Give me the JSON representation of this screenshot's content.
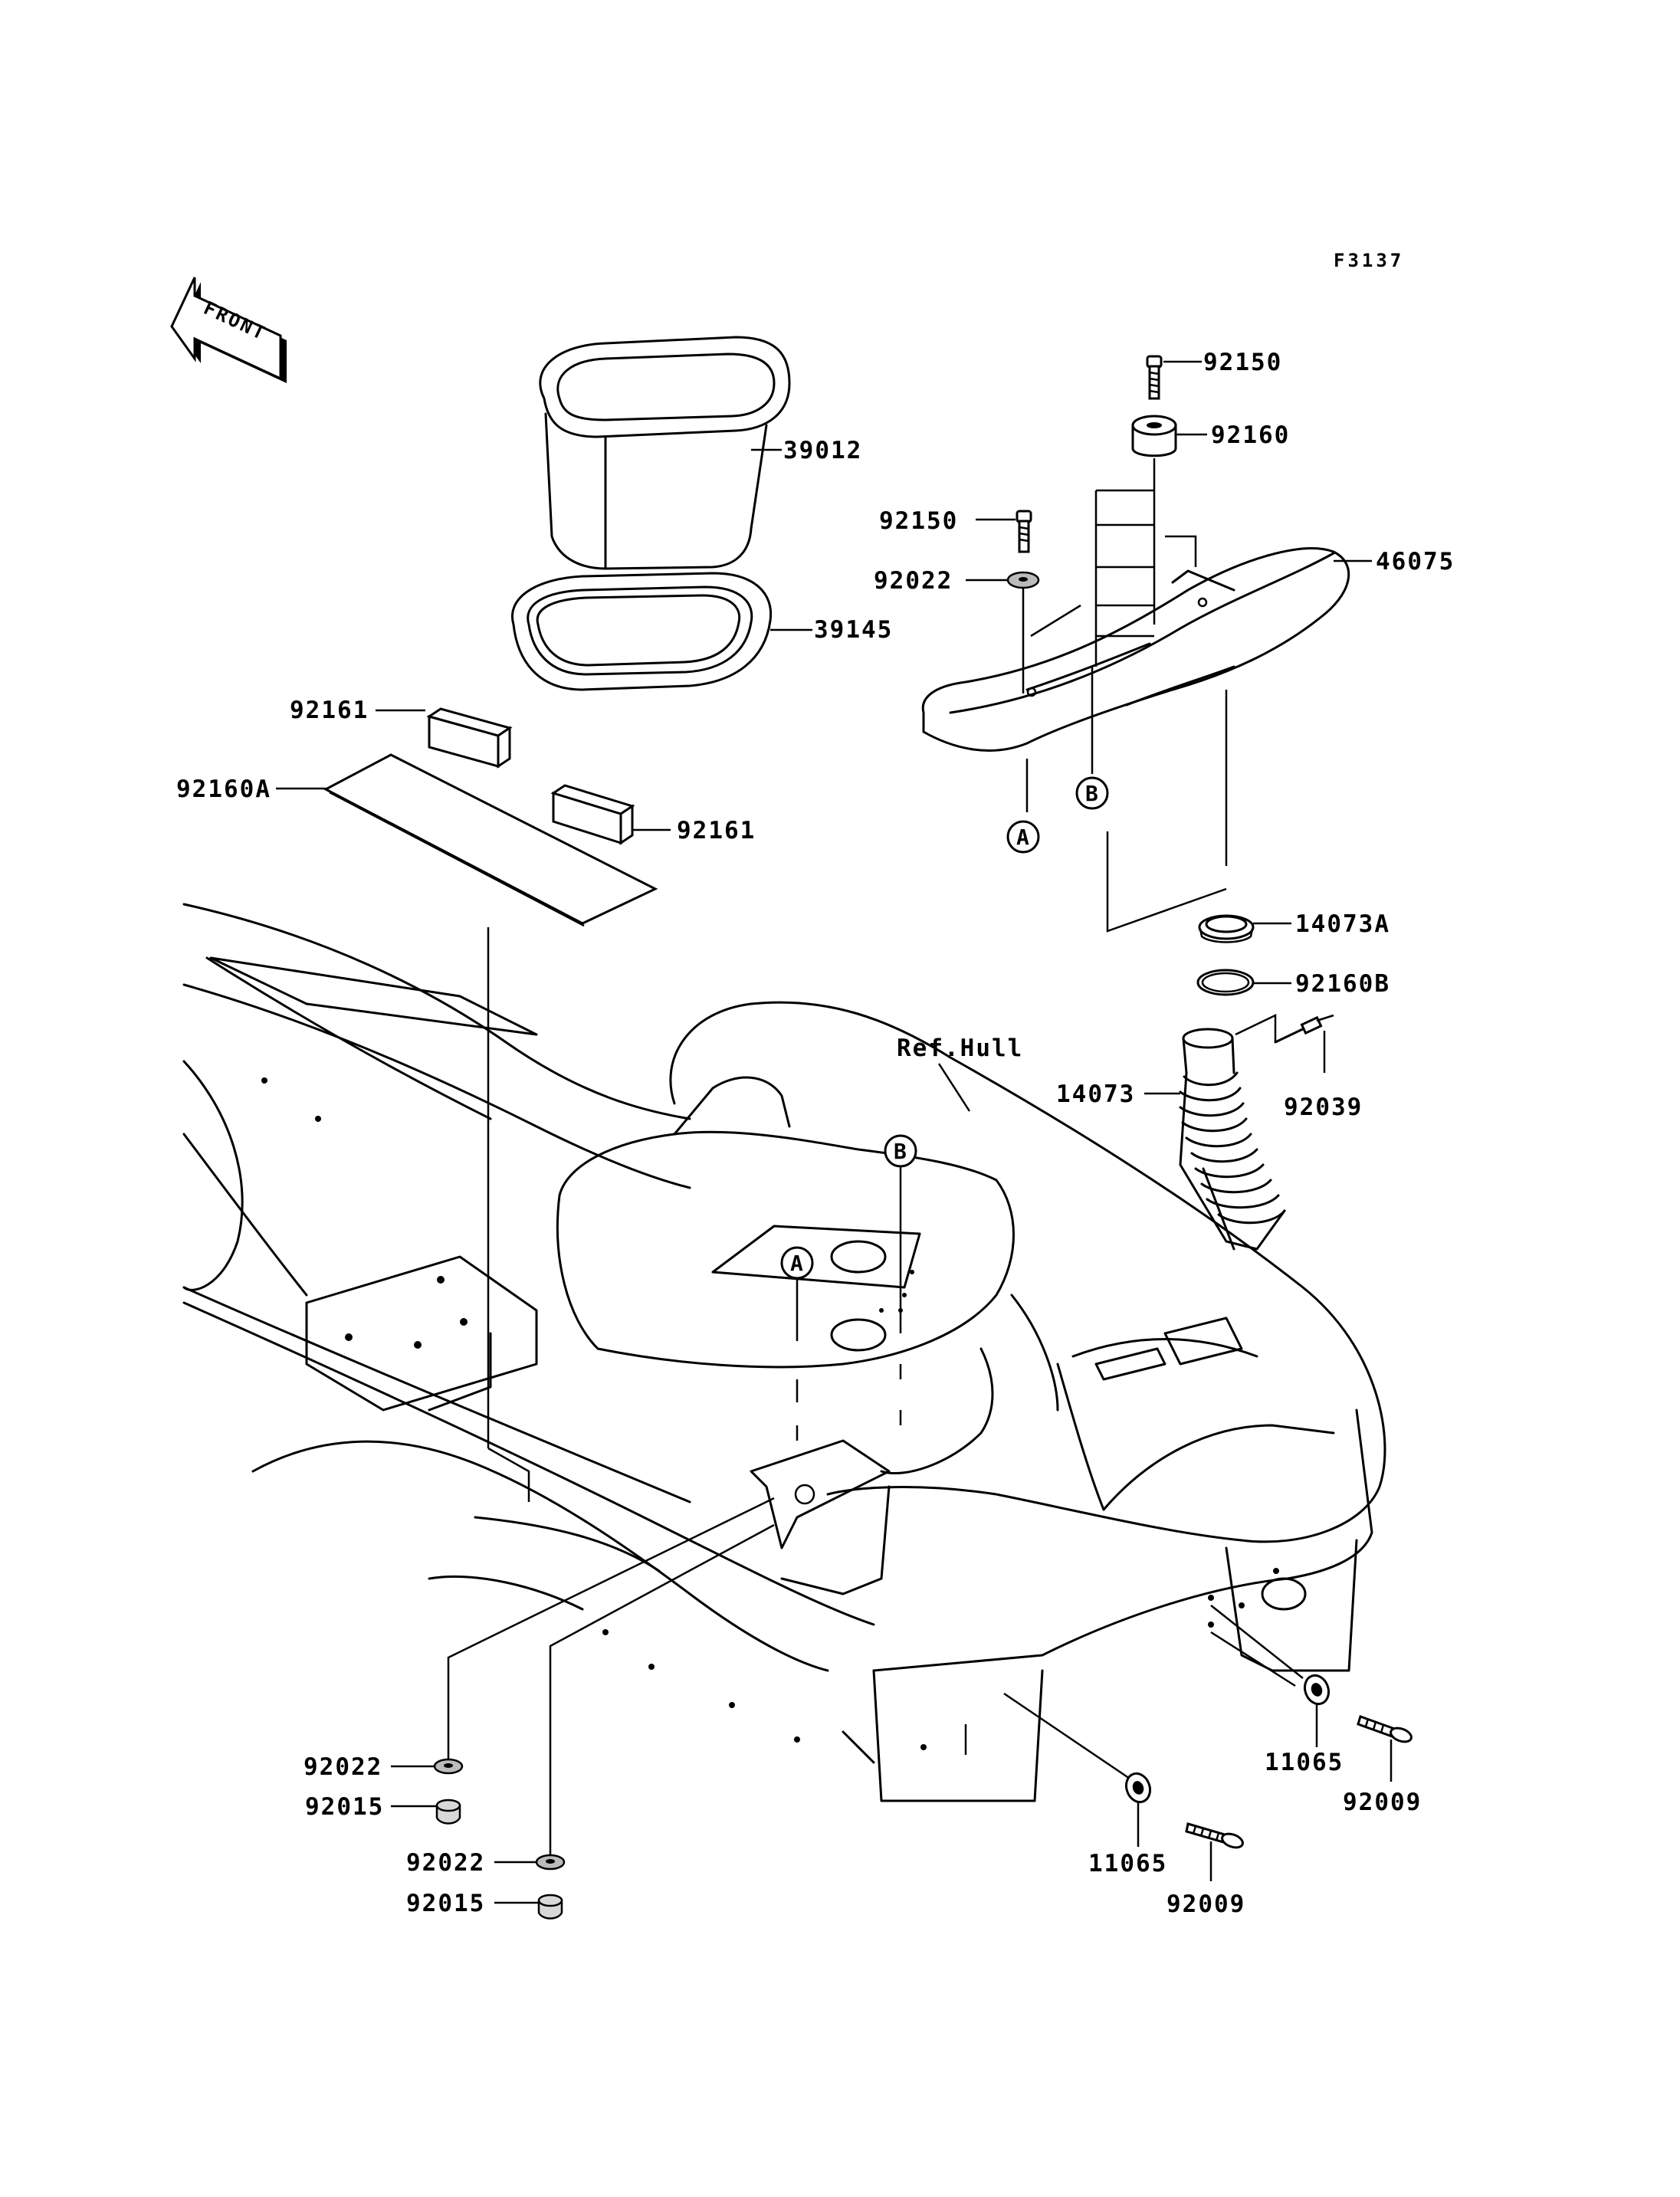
{
  "figure_code": "F3137",
  "front_label": "FRONT",
  "reference_label": "Ref.Hull",
  "callouts": {
    "A": "A",
    "B": "B"
  },
  "parts": [
    {
      "id": "p39012",
      "number": "39012",
      "icon": "storage-bin-icon"
    },
    {
      "id": "p39145",
      "number": "39145",
      "icon": "bin-gasket-icon"
    },
    {
      "id": "p92161a",
      "number": "92161",
      "icon": "pad-icon"
    },
    {
      "id": "p92160A",
      "number": "92160A",
      "icon": "mat-sheet-icon"
    },
    {
      "id": "p92161b",
      "number": "92161",
      "icon": "pad-icon"
    },
    {
      "id": "p92150a",
      "number": "92150",
      "icon": "bolt-icon"
    },
    {
      "id": "p92160",
      "number": "92160",
      "icon": "spacer-icon"
    },
    {
      "id": "p92150b",
      "number": "92150",
      "icon": "bolt-icon"
    },
    {
      "id": "p92022a",
      "number": "92022",
      "icon": "washer-icon"
    },
    {
      "id": "p46075",
      "number": "46075",
      "icon": "handle-grip-icon"
    },
    {
      "id": "p14073A",
      "number": "14073A",
      "icon": "clamp-ring-icon"
    },
    {
      "id": "p92160B",
      "number": "92160B",
      "icon": "o-ring-icon"
    },
    {
      "id": "p14073",
      "number": "14073",
      "icon": "bellows-duct-icon"
    },
    {
      "id": "p92039",
      "number": "92039",
      "icon": "pin-icon"
    },
    {
      "id": "p92022b",
      "number": "92022",
      "icon": "washer-icon"
    },
    {
      "id": "p92015a",
      "number": "92015",
      "icon": "nut-icon"
    },
    {
      "id": "p92022c",
      "number": "92022",
      "icon": "washer-icon"
    },
    {
      "id": "p92015b",
      "number": "92015",
      "icon": "nut-icon"
    },
    {
      "id": "p11065a",
      "number": "11065",
      "icon": "grommet-icon"
    },
    {
      "id": "p92009a",
      "number": "92009",
      "icon": "screw-icon"
    },
    {
      "id": "p11065b",
      "number": "11065",
      "icon": "grommet-icon"
    },
    {
      "id": "p92009b",
      "number": "92009",
      "icon": "screw-icon"
    }
  ]
}
